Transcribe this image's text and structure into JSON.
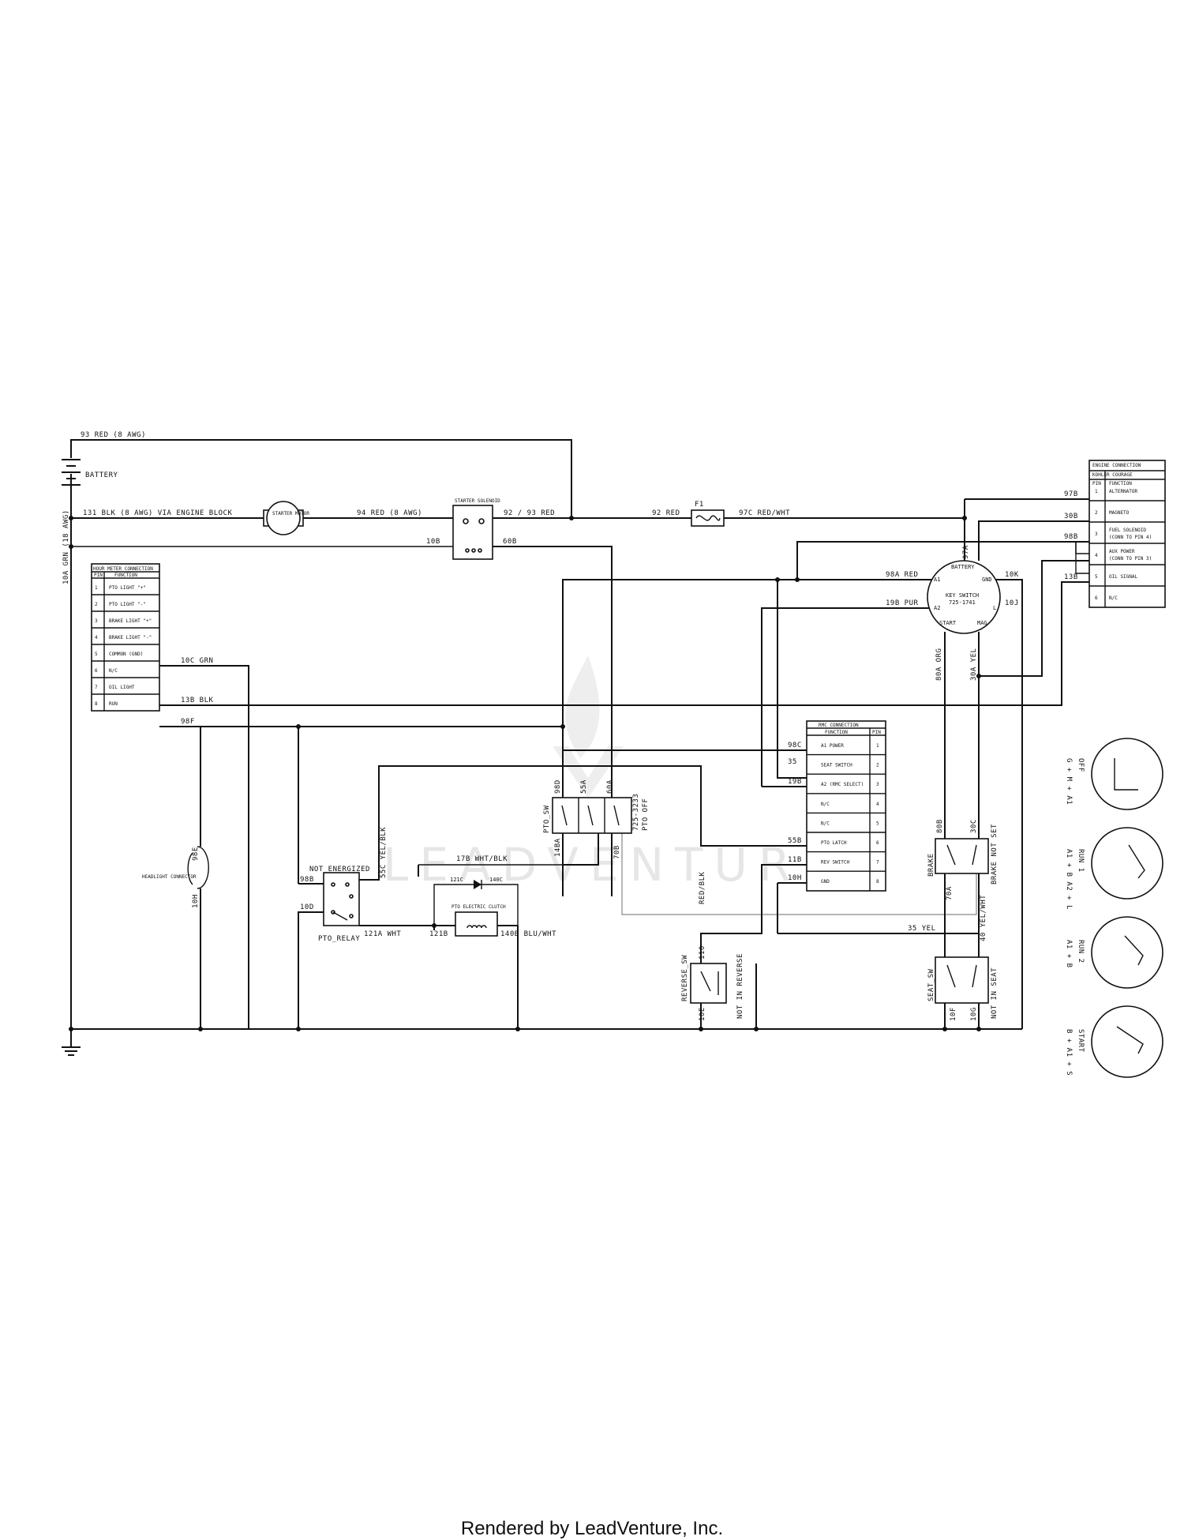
{
  "wires": {
    "w93_red": "93 RED (8 AWG)",
    "battery": "BATTERY",
    "w131": "131 BLK (8 AWG) VIA ENGINE BLOCK",
    "starter_motor": "STARTER MOTOR",
    "w94": "94 RED (8 AWG)",
    "starter_solenoid": "STARTER SOLENOID",
    "w92_93": "92 / 93 RED",
    "w92": "92 RED",
    "f1": "F1",
    "w97c": "97C RED/WHT",
    "w10a": "10A GRN (18 AWG)",
    "w10b": "10B",
    "w60b": "60B",
    "w98a": "98A RED",
    "w19b": "19B PUR",
    "w10k": "10K",
    "w10j": "10J",
    "w97a": "97A",
    "w97b": "97B",
    "w30b": "30B",
    "w98b": "98B",
    "w13b": "13B",
    "w80a": "80A ORG",
    "w30a": "30A YEL",
    "w10c": "10C GRN",
    "w13b_blk": "13B BLK",
    "w98f": "98F",
    "w98e": "98E",
    "w10h_left": "10H",
    "headlight": "HEADLIGHT CONNECTOR",
    "w98c": "98C",
    "w35": "35",
    "w19b_short": "19B",
    "w55b": "55B",
    "w11b": "11B",
    "w10h": "10H",
    "w98d": "98D",
    "w55a": "55A",
    "w60a": "60A",
    "w14ba": "14BA",
    "w17b": "17B WHT/BLK",
    "w70b": "70B",
    "w80b": "80B",
    "w30c": "30C",
    "w70a": "70A",
    "w40": "40 YEL/WHT",
    "w35yel": "35 YEL",
    "not_energized": "NOT ENERGIZED",
    "w98b_relay": "98B",
    "w10d": "10D",
    "w55c": "55C YEL/BLK",
    "w121a": "121A WHT",
    "w121b": "121B",
    "w121c": "121C",
    "w140c": "140C",
    "w140b": "140B BLU/WHT",
    "pto_relay": "PTO_RELAY",
    "pto_clutch": "PTO ELECTRIC CLUTCH",
    "red_blk": "RED/BLK",
    "w110": "110",
    "w10e": "10E",
    "reverse_sw": "REVERSE_SW",
    "not_in_reverse": "NOT IN REVERSE",
    "w10f": "10F",
    "w10g": "10G",
    "seat_sw": "SEAT_SW",
    "not_in_seat": "NOT IN SEAT",
    "brake": "BRAKE",
    "brake_not_set": "BRAKE NOT SET",
    "pto_sw": "PTO_SW",
    "pto_part": "725-3233",
    "pto_off": "PTO OFF"
  },
  "key_switch": {
    "title": "KEY SWITCH",
    "part": "725-1741",
    "battery": "BATTERY",
    "a1": "A1",
    "gnd": "GND",
    "a2": "A2",
    "l": "L",
    "start": "START",
    "mag": "MAG"
  },
  "hour_meter": {
    "title": "HOUR METER CONNECTION",
    "col_pin": "PIN",
    "col_function": "FUNCTION",
    "rows": [
      {
        "pin": "1",
        "function": "PTO LIGHT \"+\""
      },
      {
        "pin": "2",
        "function": "PTO LIGHT \"-\""
      },
      {
        "pin": "3",
        "function": "BRAKE LIGHT \"+\""
      },
      {
        "pin": "4",
        "function": "BRAKE LIGHT \"-\""
      },
      {
        "pin": "5",
        "function": "COMMON (GND)"
      },
      {
        "pin": "6",
        "function": "N/C"
      },
      {
        "pin": "7",
        "function": "OIL LIGHT"
      },
      {
        "pin": "8",
        "function": "RUN"
      }
    ]
  },
  "rmc": {
    "title": "RMC CONNECTION",
    "col_function": "FUNCTION",
    "col_pin": "PIN",
    "rows": [
      {
        "pin": "1",
        "function": "A1 POWER"
      },
      {
        "pin": "2",
        "function": "SEAT SWITCH"
      },
      {
        "pin": "3",
        "function": "A2 (RMC SELECT)"
      },
      {
        "pin": "4",
        "function": "N/C"
      },
      {
        "pin": "5",
        "function": "N/C"
      },
      {
        "pin": "6",
        "function": "PTO LATCH"
      },
      {
        "pin": "7",
        "function": "REV SWITCH"
      },
      {
        "pin": "8",
        "function": "GND"
      }
    ]
  },
  "engine": {
    "title1": "ENGINE CONNECTION",
    "title2": "KOHLER COURAGE",
    "col_pin": "PIN",
    "col_function": "FUNCTION",
    "rows": [
      {
        "pin": "1",
        "function": "ALTERNATOR",
        "extra": ""
      },
      {
        "pin": "2",
        "function": "MAGNETO",
        "extra": ""
      },
      {
        "pin": "3",
        "function": "FUEL SOLENOID",
        "extra": "(CONN TO PIN 4)"
      },
      {
        "pin": "4",
        "function": "AUX POWER",
        "extra": "(CONN TO PIN 3)"
      },
      {
        "pin": "5",
        "function": "OIL SIGNAL",
        "extra": ""
      },
      {
        "pin": "6",
        "function": "N/C",
        "extra": ""
      }
    ]
  },
  "positions": [
    {
      "name": "OFF",
      "combo": "G + M + A1"
    },
    {
      "name": "RUN 1",
      "combo": "A1 + B  A2 + L"
    },
    {
      "name": "RUN 2",
      "combo": "A1 + B"
    },
    {
      "name": "START",
      "combo": "B + A1 + S"
    }
  ],
  "watermark": "LEADVENTURE",
  "footer": "Rendered by LeadVenture, Inc."
}
